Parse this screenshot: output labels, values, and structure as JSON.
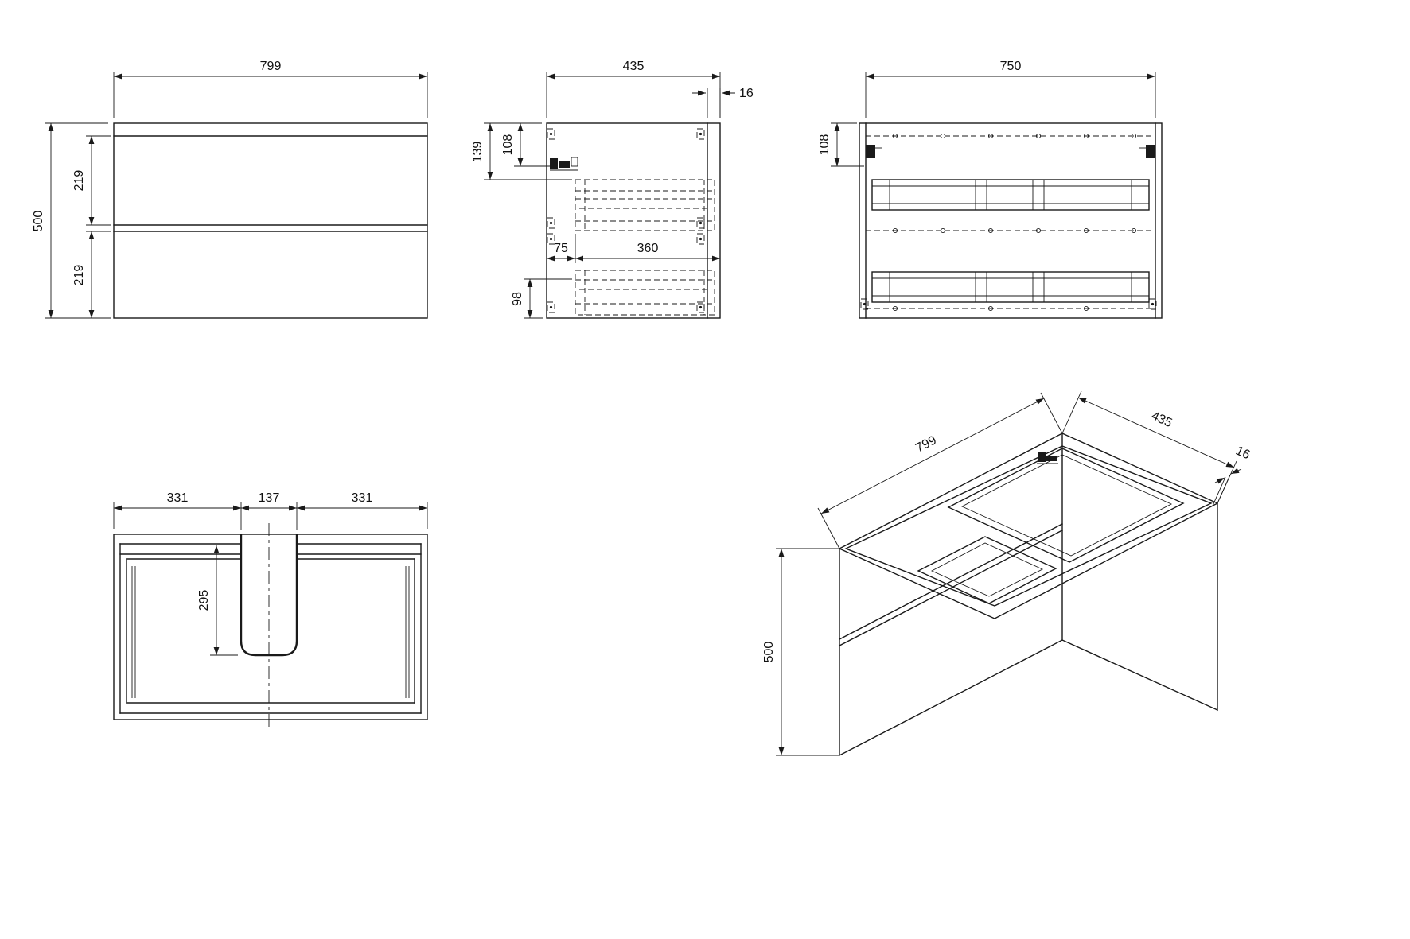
{
  "drawing": {
    "front_view": {
      "width": "799",
      "height": "500",
      "upper_drawer": "219",
      "lower_drawer": "219"
    },
    "side_view": {
      "depth": "435",
      "panel_thickness": "16",
      "top_to_slide": "139",
      "top_to_rail": "108",
      "front_inset": "75",
      "slide_length": "360",
      "bottom_offset": "98"
    },
    "back_view": {
      "inner_width": "750",
      "top_to_rail": "108"
    },
    "top_view": {
      "left_section": "331",
      "cutout_width": "137",
      "right_section": "331",
      "cutout_depth": "295"
    },
    "iso_view": {
      "width": "799",
      "depth": "435",
      "panel_thickness": "16",
      "height": "500"
    }
  },
  "colors": {
    "line": "#1a1a1a",
    "background": "#ffffff"
  }
}
